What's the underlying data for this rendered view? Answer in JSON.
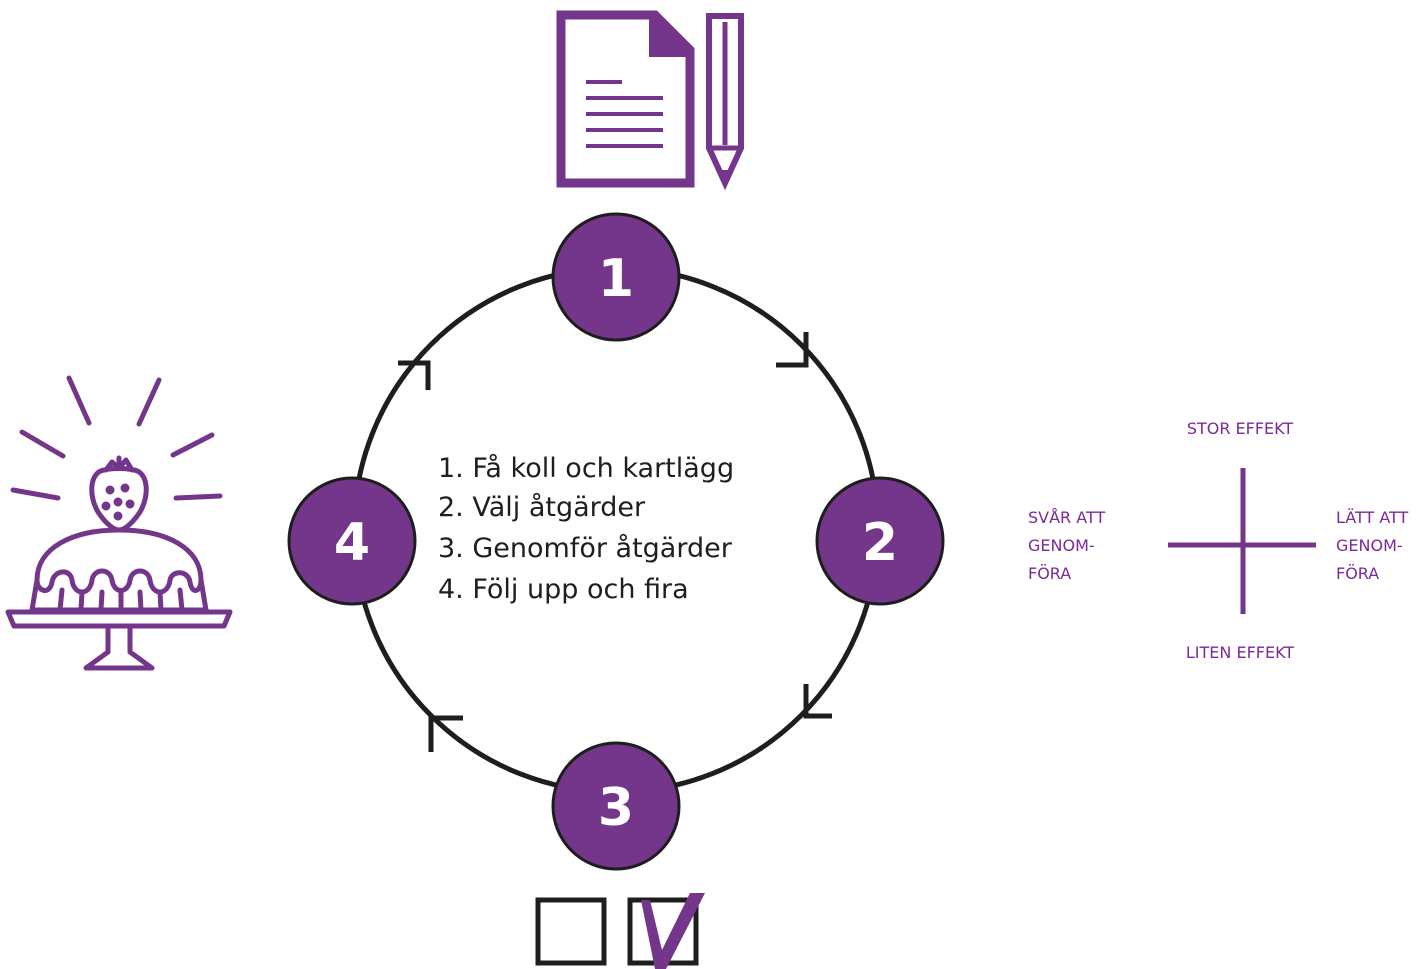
{
  "colors": {
    "accent": "#74368b",
    "accent_light": "#7f2f9e",
    "text": "#1e1e1e",
    "line": "#1e1e1e"
  },
  "cycle": {
    "nodes": [
      {
        "label": "1"
      },
      {
        "label": "2"
      },
      {
        "label": "3"
      },
      {
        "label": "4"
      }
    ],
    "steps": [
      "1. Få koll och kartlägg",
      "2. Välj åtgärder",
      "3. Genomför åtgärder",
      "4. Följ upp och fira"
    ]
  },
  "matrix": {
    "top": "STOR EFFEKT",
    "bottom": "LITEN EFFEKT",
    "left": [
      "SVÅR ATT",
      "GENOM-",
      "FÖRA"
    ],
    "right": [
      "LÄTT ATT",
      "GENOM-",
      "FÖRA"
    ]
  },
  "icons": {
    "document": "document-icon",
    "pencil": "pencil-icon",
    "cake": "cake-icon",
    "checkbox_empty": "checkbox-empty-icon",
    "checkbox_checked": "checkbox-checked-icon"
  }
}
